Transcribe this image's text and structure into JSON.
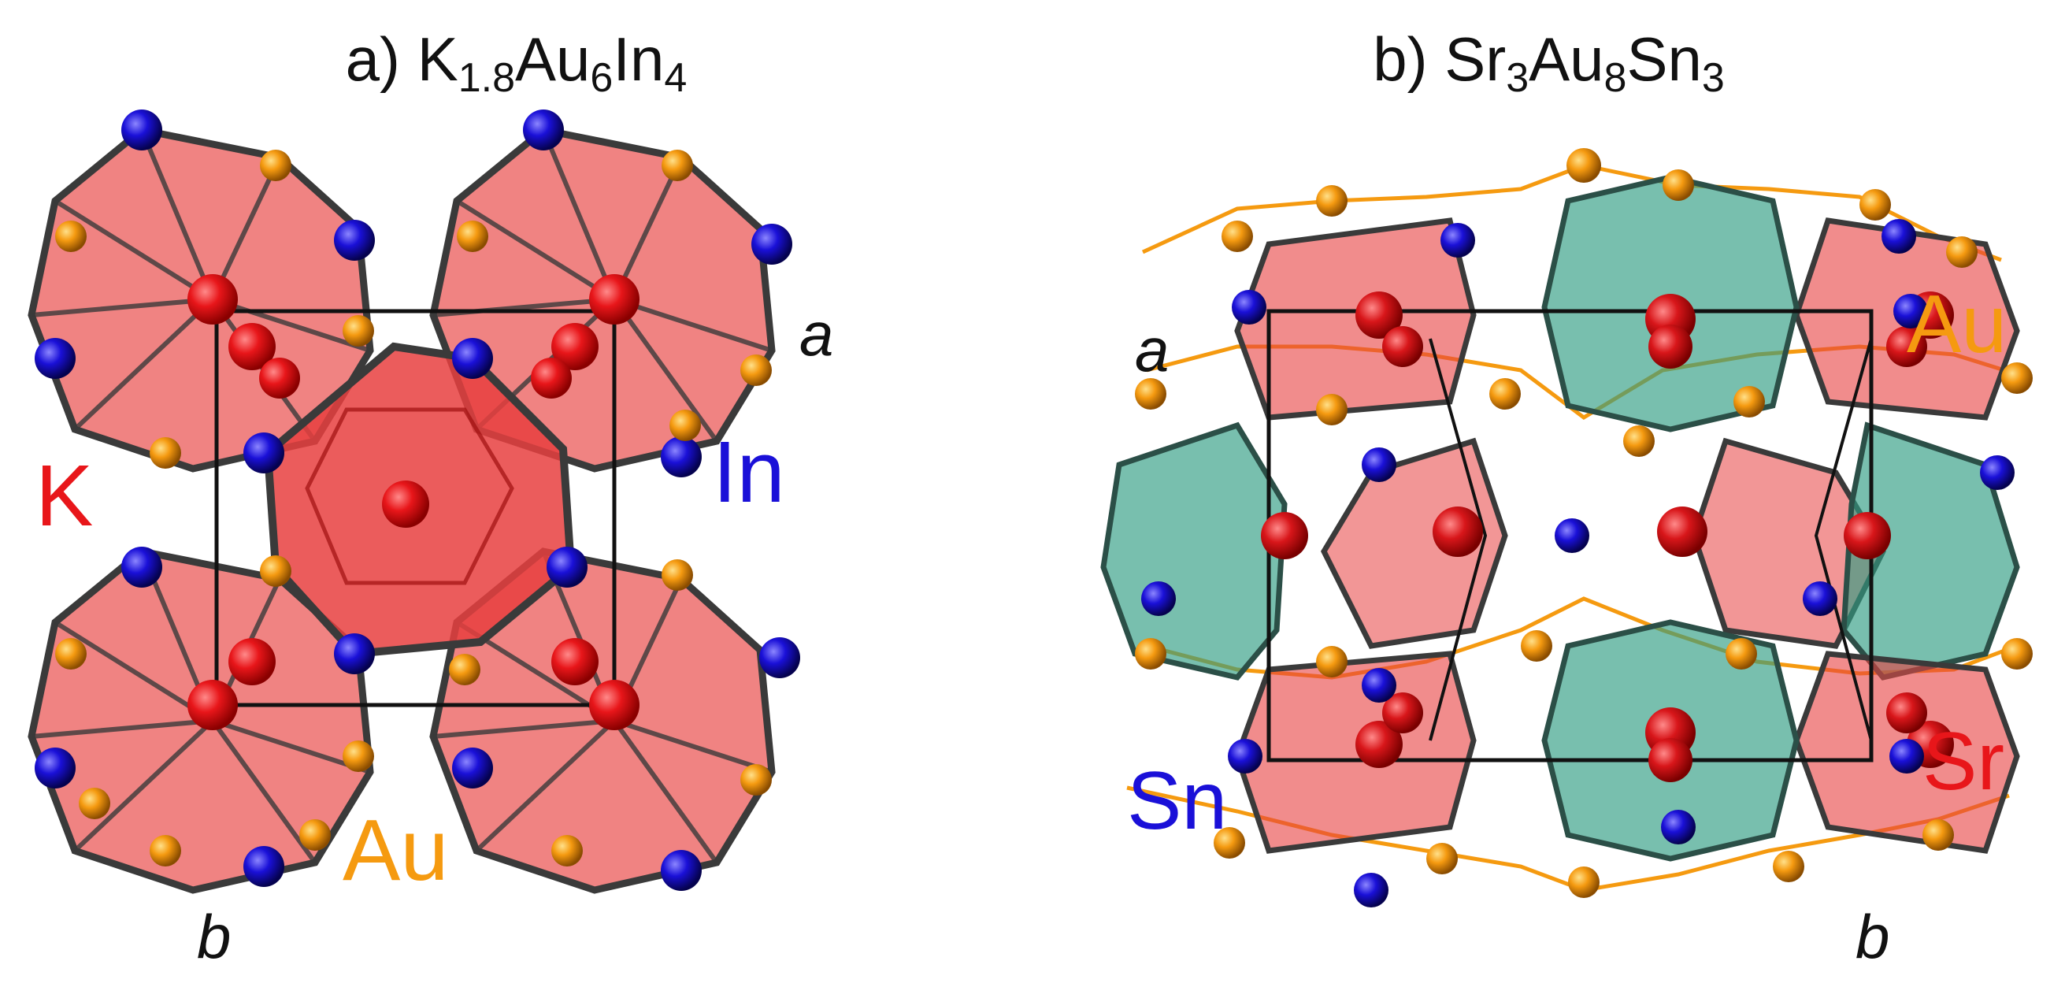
{
  "panel_a": {
    "title": {
      "prefix": "a) ",
      "parts": [
        {
          "t": "K",
          "sub": "1.8"
        },
        {
          "t": "Au",
          "sub": "6"
        },
        {
          "t": "In",
          "sub": "4"
        }
      ]
    },
    "labels": {
      "k": "K",
      "in": "In",
      "au": "Au",
      "axis_a": "a",
      "axis_b": "b"
    }
  },
  "panel_b": {
    "title": {
      "prefix": "b) ",
      "parts": [
        {
          "t": "Sr",
          "sub": "3"
        },
        {
          "t": "Au",
          "sub": "8"
        },
        {
          "t": "Sn",
          "sub": "3"
        }
      ]
    },
    "labels": {
      "au": "Au",
      "sr": "Sr",
      "sn": "Sn",
      "axis_a": "a",
      "axis_b": "b"
    }
  },
  "colors": {
    "k_sr": "#e8161a",
    "in_sn": "#1a10d8",
    "au": "#f59a10",
    "cage_red": "#e8403f",
    "cage_green": "#2f9c82",
    "bond": "#3a3a3a"
  }
}
